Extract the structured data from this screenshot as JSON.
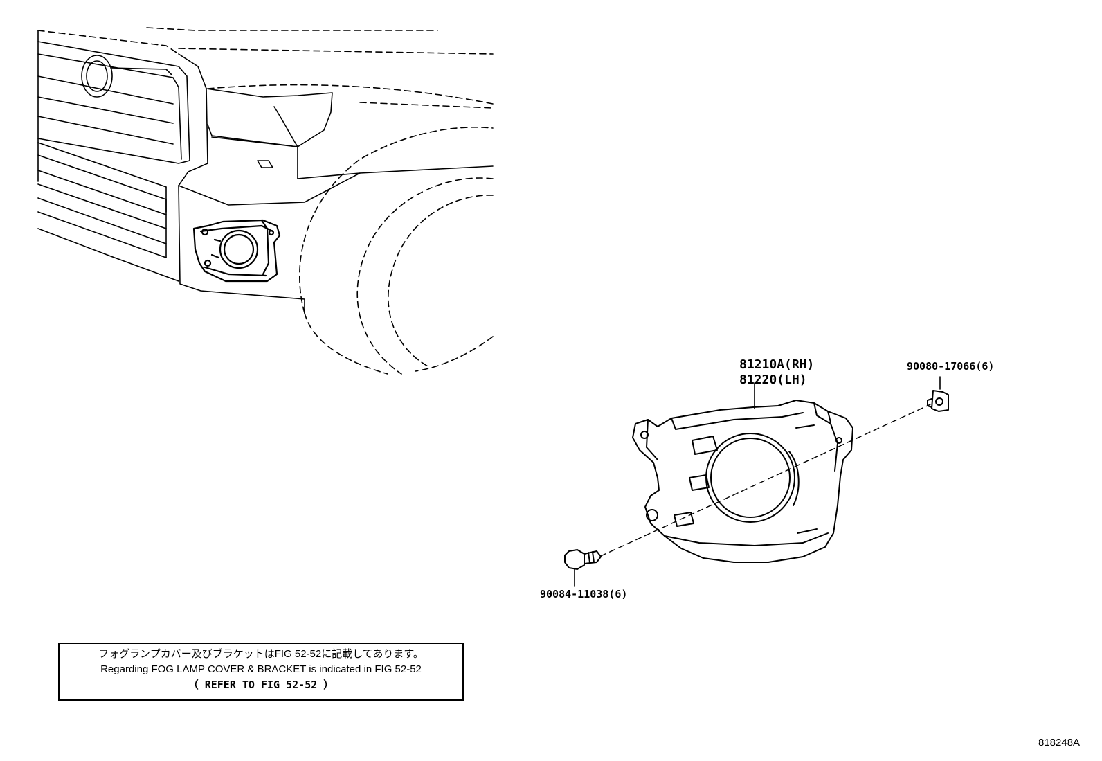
{
  "parts": {
    "fog_lamp_rh": "81210A(RH)",
    "fog_lamp_lh": "81220(LH)",
    "nut_clip": "90080-17066(6)",
    "bolt": "90084-11038(6)"
  },
  "note": {
    "line_jp": "フォグランプカバー及びブラケットはFIG 52-52に記載してあります。",
    "line_en": "Regarding FOG LAMP COVER & BRACKET is indicated in FIG 52-52",
    "line_ref": "（  REFER TO FIG 52-52  ）"
  },
  "figure_id": "818248A"
}
